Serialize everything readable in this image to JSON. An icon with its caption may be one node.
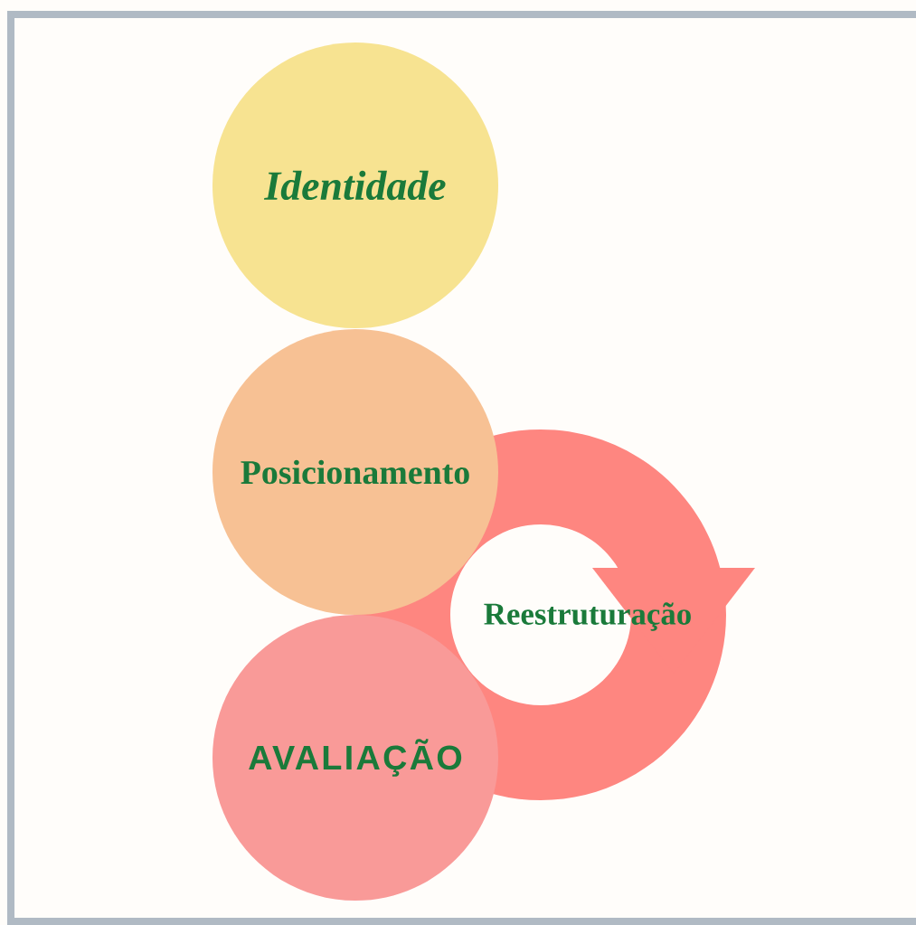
{
  "diagram": {
    "nodes": [
      {
        "text": [
          "Identidade"
        ]
      },
      {
        "text": [
          "Posicionamento"
        ]
      },
      {
        "text": [
          "Reestruturação"
        ]
      },
      {
        "text": [
          "AVALIAÇÃO"
        ]
      }
    ]
  }
}
